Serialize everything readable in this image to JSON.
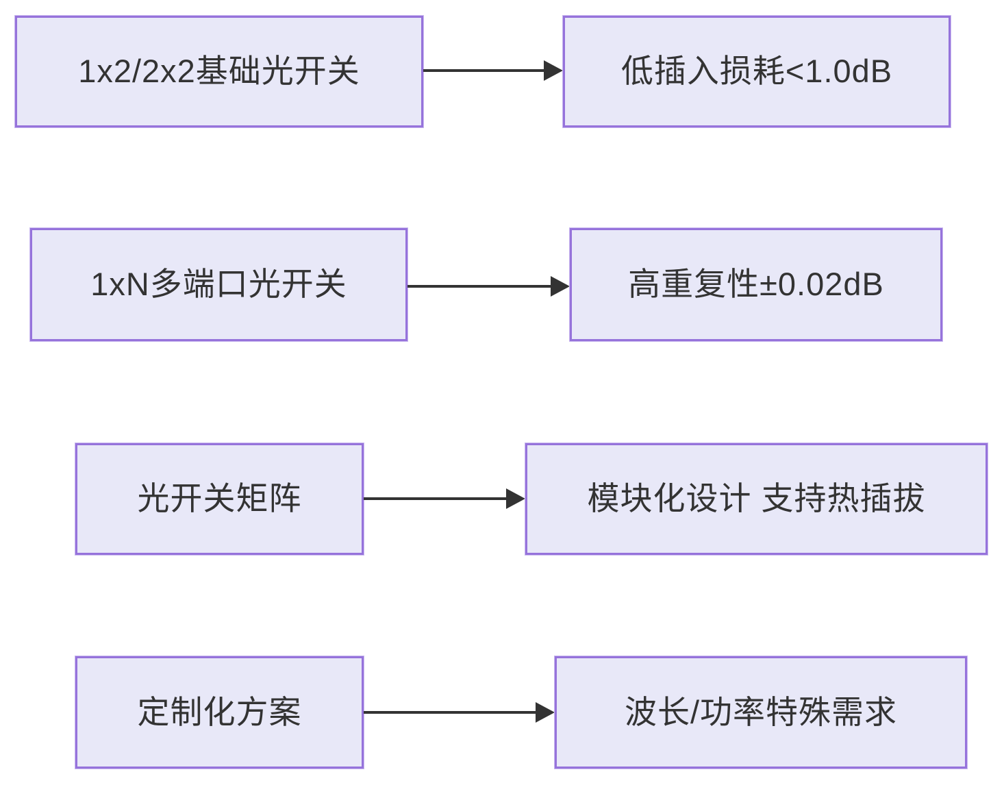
{
  "diagram": {
    "type": "flowchart-left-to-right",
    "colors": {
      "node_fill": "#E8E8F8",
      "node_border": "#9673DB",
      "arrow": "#333333",
      "text": "#333333",
      "background": "#FFFFFF"
    },
    "rows": [
      {
        "source": {
          "label": "1x2/2x2基础光开关"
        },
        "target": {
          "label": "低插入损耗<1.0dB"
        }
      },
      {
        "source": {
          "label": "1xN多端口光开关"
        },
        "target": {
          "label": "高重复性±0.02dB"
        }
      },
      {
        "source": {
          "label": "光开关矩阵"
        },
        "target": {
          "label": "模块化设计 支持热插拔"
        }
      },
      {
        "source": {
          "label": "定制化方案"
        },
        "target": {
          "label": "波长/功率特殊需求"
        }
      }
    ]
  }
}
